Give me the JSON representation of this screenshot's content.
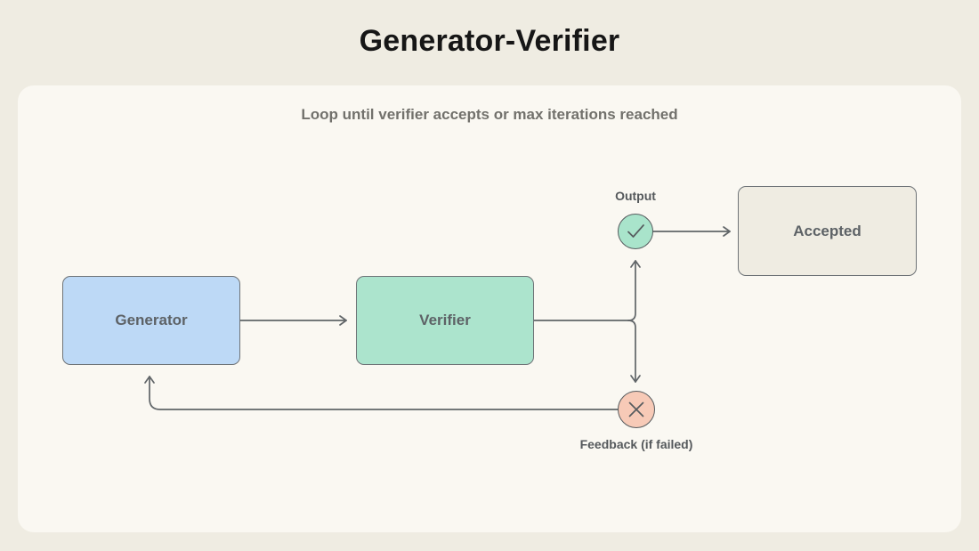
{
  "title": "Generator-Verifier",
  "panel": {
    "caption": "Loop until verifier accepts or max iterations reached"
  },
  "nodes": {
    "generator": {
      "label": "Generator",
      "fill": "#bdd9f6"
    },
    "verifier": {
      "label": "Verifier",
      "fill": "#ace4cd"
    },
    "accepted": {
      "label": "Accepted",
      "fill": "#efece2"
    }
  },
  "indicators": {
    "output": {
      "label": "Output",
      "icon": "check-icon",
      "fill": "#a9e4cb"
    },
    "feedback": {
      "label": "Feedback (if failed)",
      "icon": "x-icon",
      "fill": "#f7cab7"
    }
  },
  "colors": {
    "page_background": "#efece2",
    "panel_background": "#faf8f2",
    "line": "#606568",
    "node_border": "#6e7377",
    "text_dark": "#161616",
    "text_gray": "#5d6266"
  }
}
